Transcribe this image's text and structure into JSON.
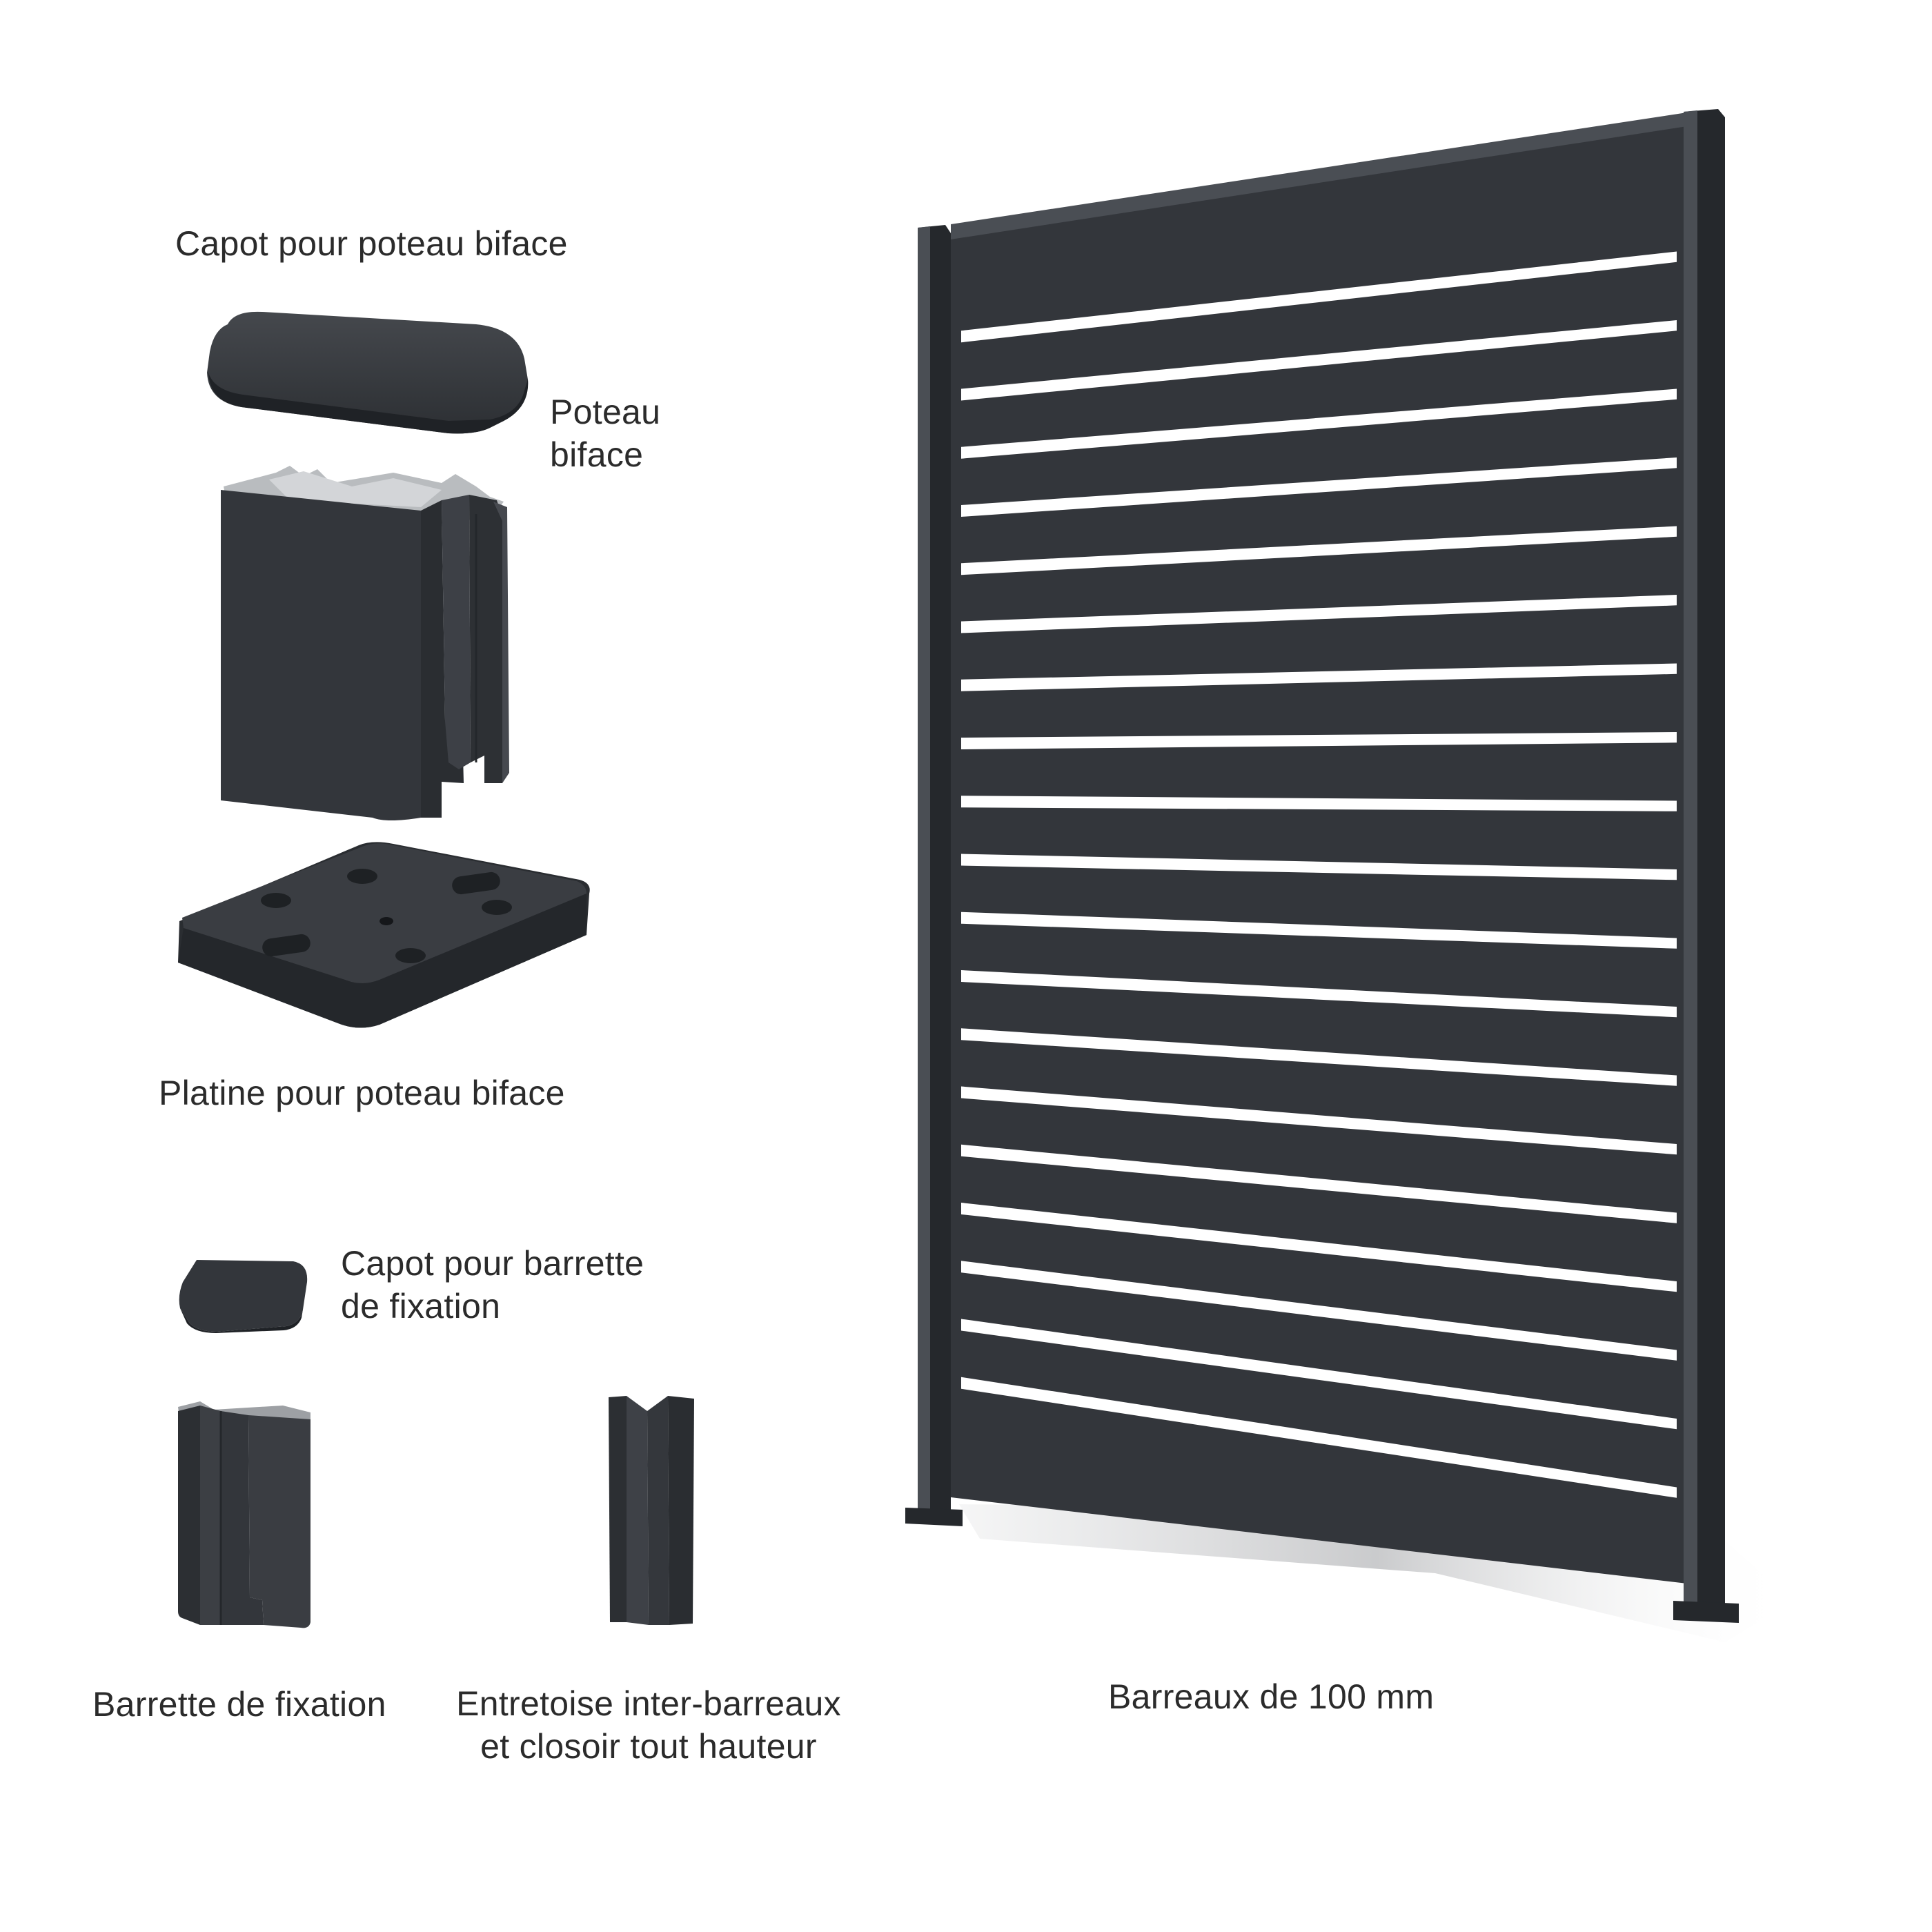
{
  "labels": {
    "capot_poteau": "Capot pour poteau biface",
    "poteau_line1": "Poteau",
    "poteau_line2": "biface",
    "platine": "Platine pour poteau biface",
    "capot_barrette_line1": "Capot pour barrette",
    "capot_barrette_line2": "de fixation",
    "barrette": "Barrette de fixation",
    "entretoise_line1": "Entretoise inter-barreaux",
    "entretoise_line2": "et closoir tout hauteur",
    "barreaux": "Barreaux de 100 mm"
  },
  "colors": {
    "anthracite": "#33363b",
    "anthracite_dark": "#25282c",
    "anthracite_light": "#4a4e54",
    "inner_grey": "#b9bcbf",
    "text": "#2b2b2b"
  },
  "icons": {
    "capot_poteau": "post-cap-icon",
    "poteau": "bifacial-post-icon",
    "platine": "base-plate-icon",
    "capot_barrette": "clip-cap-icon",
    "barrette": "fixing-strip-icon",
    "entretoise": "spacer-icon",
    "panneau": "slatted-fence-panel-icon"
  }
}
